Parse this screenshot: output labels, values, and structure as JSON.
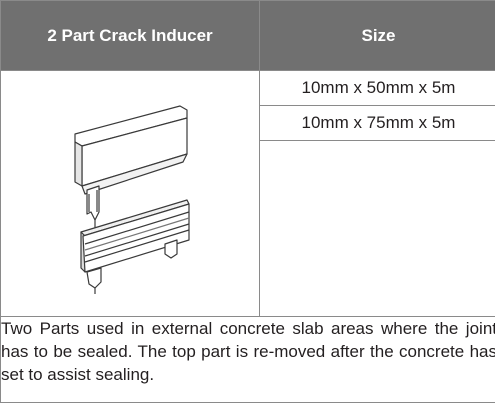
{
  "table": {
    "header": {
      "product": "2 Part Crack Inducer",
      "size": "Size"
    },
    "image": {
      "icon": "crack-inducer-illustration-icon"
    },
    "sizes": [
      "10mm x 50mm x 5m",
      "10mm x 75mm x 5m"
    ],
    "description": "Two Parts used in external concrete slab areas where the joint has to be sealed. The top part is re-moved after the concrete has set to assist sealing."
  },
  "colors": {
    "header_bg": "#707070",
    "header_text": "#ffffff",
    "border": "#8a8a8a",
    "body_text": "#231f20"
  }
}
